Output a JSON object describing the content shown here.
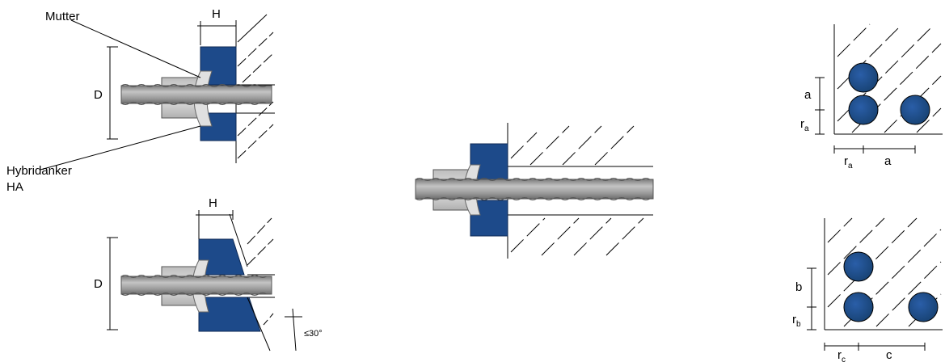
{
  "labels": {
    "mutter": "Mutter",
    "hybridanker_line1": "Hybridanker",
    "hybridanker_line2": "HA",
    "h_top": "H",
    "h_bottom": "H",
    "d_top": "D",
    "d_bottom": "D",
    "angle": "≤30°",
    "a_vertical": "a",
    "a_horizontal": "a",
    "r_a_vertical_base": "r",
    "r_a_vertical_sub": "a",
    "r_a_horizontal_base": "r",
    "r_a_horizontal_sub": "a",
    "b_vertical": "b",
    "r_b_base": "r",
    "r_b_sub": "b",
    "r_c_base": "r",
    "r_c_sub": "c",
    "c_horizontal": "c"
  },
  "colors": {
    "anchor_blue": "#1d4a8a",
    "anchor_blue_dark": "#0f2a55",
    "bar_gray": "#a3a3a3",
    "nut_gray": "#d2d2d2",
    "hatch": "#000000"
  }
}
